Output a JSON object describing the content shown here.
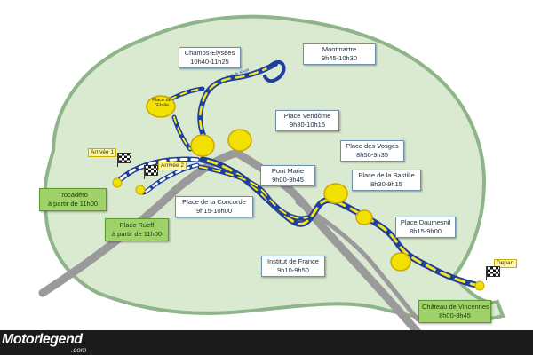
{
  "colors": {
    "city": "#d9ead0",
    "city_outline": "#8fb48a",
    "route_blue": "#1f3fa0",
    "route_yellow": "#f5e51a",
    "stop_yellow": "#f2e000",
    "roads": "#9a9a9a"
  },
  "stops": {
    "montmartre": {
      "name": "Montmartre",
      "time": "9h45-10h30"
    },
    "champs": {
      "name": "Champs-Elysées",
      "time": "10h40-11h25"
    },
    "etoile": {
      "name": "Place de l'Etoile"
    },
    "vendome": {
      "name": "Place Vendôme",
      "time": "9h30-10h15"
    },
    "vosges": {
      "name": "Place des Vosges",
      "time": "8h50-9h35"
    },
    "bastille": {
      "name": "Place de la Bastille",
      "time": "8h30-9h15"
    },
    "pontmarie": {
      "name": "Pont Marie",
      "time": "9h00-9h45"
    },
    "concorde": {
      "name": "Place de la Concorde",
      "time": "9h15-10h00"
    },
    "daumesnil": {
      "name": "Place Daumesnil",
      "time": "8h15-9h00"
    },
    "institut": {
      "name": "Institut de France",
      "time": "9h10-9h50"
    }
  },
  "green_boxes": {
    "trocadero": {
      "name": "Trocadéro",
      "time": "à partir de 11h00"
    },
    "rueff": {
      "name": "Place Rueff",
      "time": "à partir de 11h00"
    },
    "vincennes": {
      "name": "Château de Vincennes",
      "time": "8h00-8h45"
    }
  },
  "flags": {
    "arrivee1": "Arrivée 1",
    "arrivee2": "Arrivée 2",
    "depart": "Depart"
  },
  "street_label": "Rue de Rivoli",
  "footer": {
    "brand": "Motorlegend",
    "domain": ".com"
  }
}
